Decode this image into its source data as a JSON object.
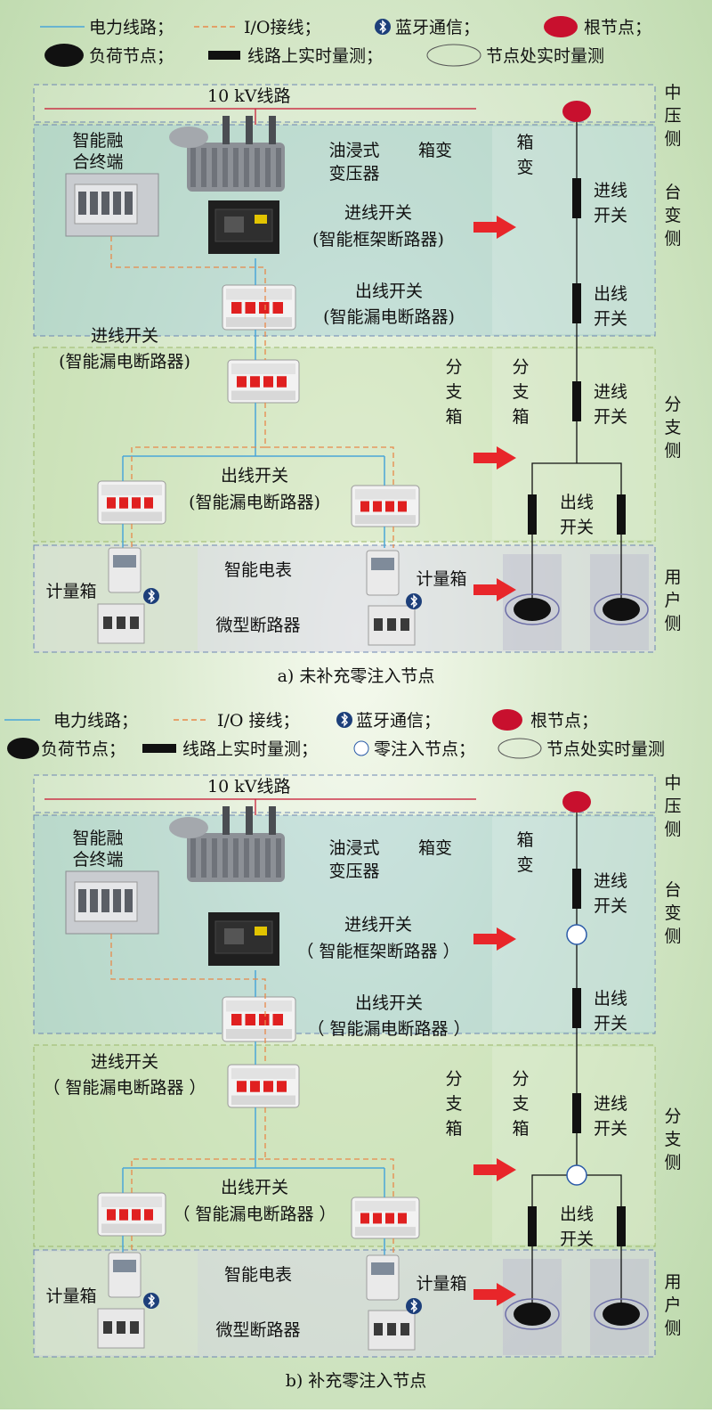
{
  "panels": [
    {
      "caption": "a) 未补充零注入节点",
      "legend": {
        "power_line": "电力线路；",
        "io_line": "I/O接线；",
        "bluetooth": "蓝牙通信；",
        "root_node": "根节点；",
        "load_node": "负荷节点；",
        "line_measure": "线路上实时量测；",
        "node_measure": "节点处实时量测"
      },
      "line_10kv": "10 kV线路",
      "fusion_terminal": [
        "智能融",
        "合终端"
      ],
      "transformer": [
        "油浸式",
        "变压器"
      ],
      "box_transformer_a": "箱变",
      "box_transformer_b": [
        "箱",
        "变"
      ],
      "incoming_switch_main": [
        "进线开关",
        "(智能框架断路器)"
      ],
      "outgoing_switch_main": [
        "出线开关",
        "(智能漏电断路器)"
      ],
      "incoming_switch_branch": [
        "进线开关",
        "(智能漏电断路器)"
      ],
      "outgoing_switch_branch": [
        "出线开关",
        "(智能漏电断路器)"
      ],
      "branch_box_a": [
        "分",
        "支",
        "箱"
      ],
      "branch_box_b": [
        "分",
        "支",
        "箱"
      ],
      "meter_box_left": "计量箱",
      "meter_box_right": "计量箱",
      "smart_meter": "智能电表",
      "mini_breaker": "微型断路器",
      "topo_incoming": [
        "进线",
        "开关"
      ],
      "topo_outgoing": [
        "出线",
        "开关"
      ],
      "topo_branch_incoming": [
        "进线",
        "开关"
      ],
      "topo_branch_outgoing": [
        "出线",
        "开关"
      ],
      "side_mv": [
        "中",
        "压",
        "侧"
      ],
      "side_tx": [
        "台",
        "变",
        "侧"
      ],
      "side_branch": [
        "分",
        "支",
        "侧"
      ],
      "side_user": [
        "用",
        "户",
        "侧"
      ]
    },
    {
      "caption": "b) 补充零注入节点",
      "legend": {
        "power_line": "电力线路；",
        "io_line": "I/O 接线；",
        "bluetooth": "蓝牙通信；",
        "root_node": "根节点；",
        "load_node": "负荷节点；",
        "line_measure": "线路上实时量测；",
        "zero_node": "零注入节点；",
        "node_measure": "节点处实时量测"
      },
      "line_10kv": "10 kV线路",
      "fusion_terminal": [
        "智能融",
        "合终端"
      ],
      "transformer": [
        "油浸式",
        "变压器"
      ],
      "box_transformer_a": "箱变",
      "box_transformer_b": [
        "箱",
        "变"
      ],
      "incoming_switch_main": [
        "进线开关",
        "（ 智能框架断路器 ）"
      ],
      "outgoing_switch_main": [
        "出线开关",
        "（ 智能漏电断路器 ）"
      ],
      "incoming_switch_branch": [
        "进线开关",
        "（ 智能漏电断路器 ）"
      ],
      "outgoing_switch_branch": [
        "出线开关",
        "（ 智能漏电断路器 ）"
      ],
      "branch_box_a": [
        "分",
        "支",
        "箱"
      ],
      "branch_box_b": [
        "分",
        "支",
        "箱"
      ],
      "meter_box_left": "计量箱",
      "meter_box_right": "计量箱",
      "smart_meter": "智能电表",
      "mini_breaker": "微型断路器",
      "topo_incoming": [
        "进线",
        "开关"
      ],
      "topo_outgoing": [
        "出线",
        "开关"
      ],
      "topo_branch_incoming": [
        "进线",
        "开关"
      ],
      "topo_branch_outgoing": [
        "出线",
        "开关"
      ],
      "side_mv": [
        "中",
        "压",
        "侧"
      ],
      "side_tx": [
        "台",
        "变",
        "侧"
      ],
      "side_branch": [
        "分",
        "支",
        "侧"
      ],
      "side_user": [
        "用",
        "户",
        "侧"
      ]
    }
  ],
  "colors": {
    "power_line": "#4aa6d8",
    "io_line": "#e8894a",
    "root_node": "#c8102e",
    "arrow": "#e8262a",
    "region_border": "#6d86b3",
    "tx_fill": "#cde3e6",
    "branch_fill": "#d7e8c6",
    "user_fill": "#d9d9e6"
  },
  "icons": [
    "bluetooth-icon",
    "transformer-icon",
    "frame-breaker-icon",
    "leakage-breaker-icon",
    "smart-meter-icon",
    "mini-breaker-icon",
    "fusion-terminal-icon",
    "arrow-icon"
  ]
}
